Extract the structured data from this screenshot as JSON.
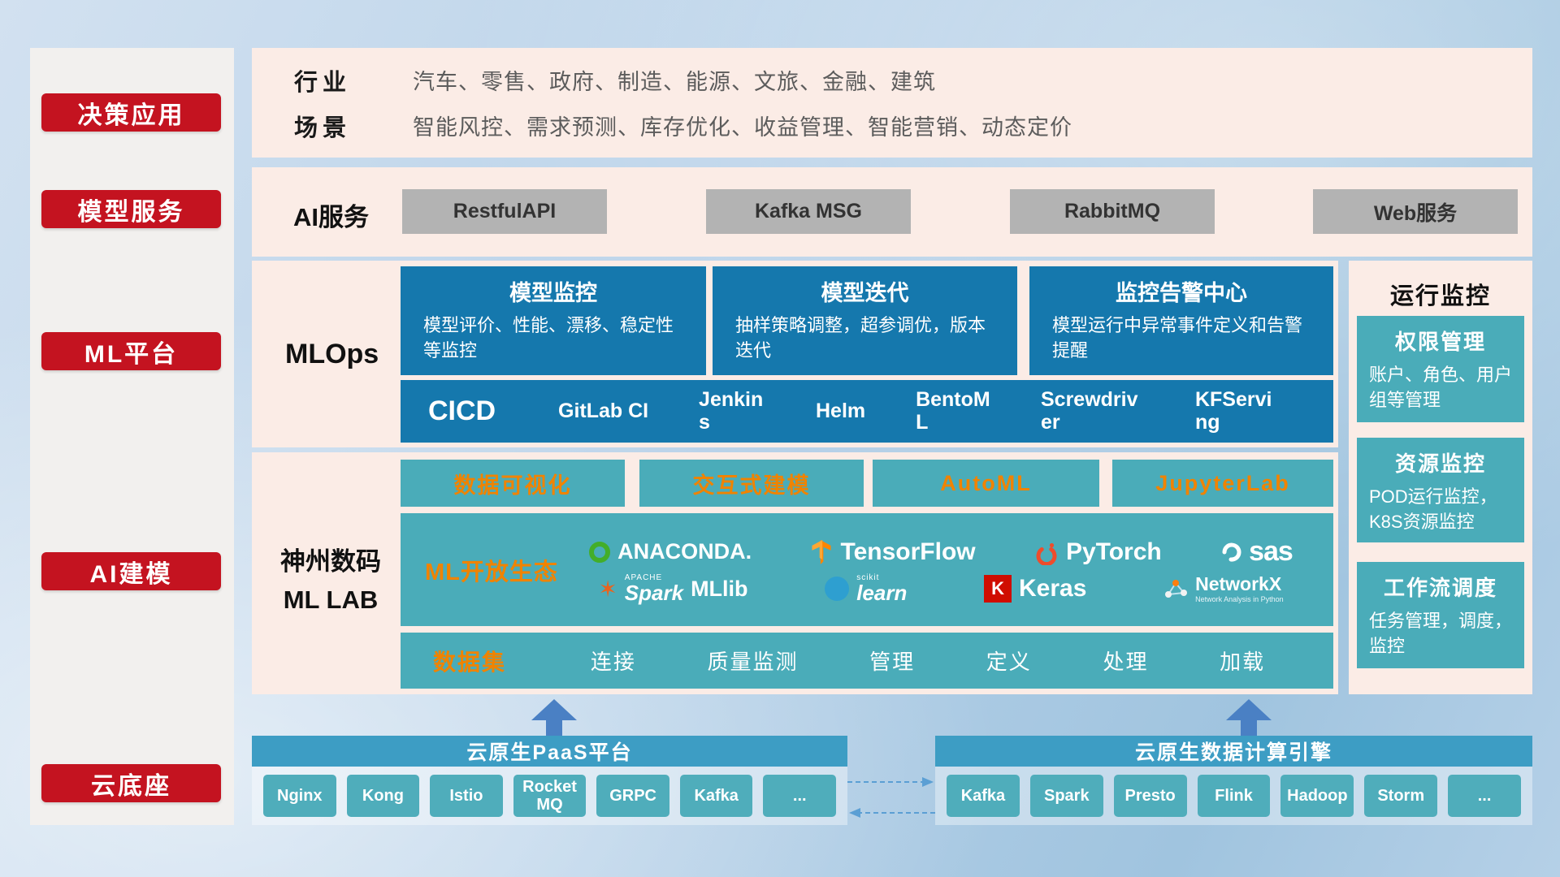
{
  "sidebar": {
    "items": [
      {
        "label": "决策应用"
      },
      {
        "label": "模型服务"
      },
      {
        "label": "ML平台"
      },
      {
        "label": "AI建模"
      },
      {
        "label": "云底座"
      }
    ]
  },
  "industry": {
    "row1_label": "行业",
    "row1_value": "汽车、零售、政府、制造、能源、文旅、金融、建筑",
    "row2_label": "场景",
    "row2_value": "智能风控、需求预测、库存优化、收益管理、智能营销、动态定价"
  },
  "ai_service": {
    "label": "AI服务",
    "buttons": [
      "RestfulAPI",
      "Kafka MSG",
      "RabbitMQ",
      "Web服务"
    ]
  },
  "mlops": {
    "label": "MLOps",
    "cards": [
      {
        "title": "模型监控",
        "desc": "模型评价、性能、漂移、稳定性等监控"
      },
      {
        "title": "模型迭代",
        "desc": "抽样策略调整，超参调优，版本迭代"
      },
      {
        "title": "监控告警中心",
        "desc": "模型运行中异常事件定义和告警提醒"
      }
    ],
    "cicd_label": "CICD",
    "cicd_items": [
      "GitLab CI",
      "Jenkins",
      "Helm",
      "BentoML",
      "Screwdriver",
      "KFServing"
    ]
  },
  "mllab": {
    "label_line1": "神州数码",
    "label_line2": "ML LAB",
    "tools": [
      "数据可视化",
      "交互式建模",
      "AutoML",
      "JupyterLab"
    ],
    "ecosystem_label": "ML开放生态",
    "logos": {
      "anaconda": "ANACONDA.",
      "tensorflow": "TensorFlow",
      "pytorch": "PyTorch",
      "sas": "sas",
      "spark_sup": "APACHE",
      "spark": "Spark",
      "spark_suffix": "MLlib",
      "scikit_sup": "scikit",
      "scikit": "learn",
      "keras_letter": "K",
      "keras": "Keras",
      "networkx": "NetworkX",
      "networkx_sub": "Network Analysis in Python"
    },
    "dataset_label": "数据集",
    "dataset_items": [
      "连接",
      "质量监测",
      "管理",
      "定义",
      "处理",
      "加载"
    ]
  },
  "monitoring": {
    "title": "运行监控",
    "cards": [
      {
        "title": "权限管理",
        "desc": "账户、角色、用户组等管理"
      },
      {
        "title": "资源监控",
        "desc": "POD运行监控，K8S资源监控"
      },
      {
        "title": "工作流调度",
        "desc": "任务管理，调度，监控"
      }
    ]
  },
  "cloud_base": {
    "paas_title": "云原生PaaS平台",
    "paas_items": [
      "Nginx",
      "Kong",
      "Istio",
      "RocketMQ",
      "GRPC",
      "Kafka",
      "..."
    ],
    "engine_title": "云原生数据计算引擎",
    "engine_items": [
      "Kafka",
      "Spark",
      "Presto",
      "Flink",
      "Hadoop",
      "Storm",
      "..."
    ]
  },
  "colors": {
    "red_button": "#c41320",
    "pink_panel": "#fbece6",
    "blue_card": "#1578ad",
    "teal_card": "#4aacb9",
    "orange_accent": "#f08300",
    "gray_button": "#b3b3b3",
    "bar_header_blue": "#3d9dc4",
    "arrow_blue": "#4a80c4"
  }
}
